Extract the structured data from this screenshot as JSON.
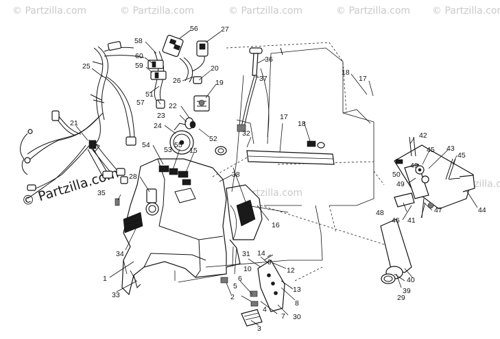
{
  "watermarks": {
    "small": "© Partzilla.com",
    "large": "© Partzilla.com"
  },
  "callouts": [
    "1",
    "2",
    "3",
    "4",
    "5",
    "6",
    "7",
    "8",
    "9",
    "10",
    "12",
    "13",
    "14",
    "15",
    "16",
    "17",
    "18",
    "19",
    "20",
    "21",
    "22",
    "23",
    "24",
    "25",
    "26",
    "27",
    "28",
    "29",
    "30",
    "31",
    "32",
    "33",
    "34",
    "35",
    "36",
    "37",
    "38",
    "39",
    "40",
    "41",
    "42",
    "43",
    "44",
    "45",
    "46",
    "47",
    "48",
    "49",
    "50",
    "51",
    "52",
    "53",
    "54",
    "55",
    "56",
    "57",
    "58",
    "59",
    "60"
  ]
}
